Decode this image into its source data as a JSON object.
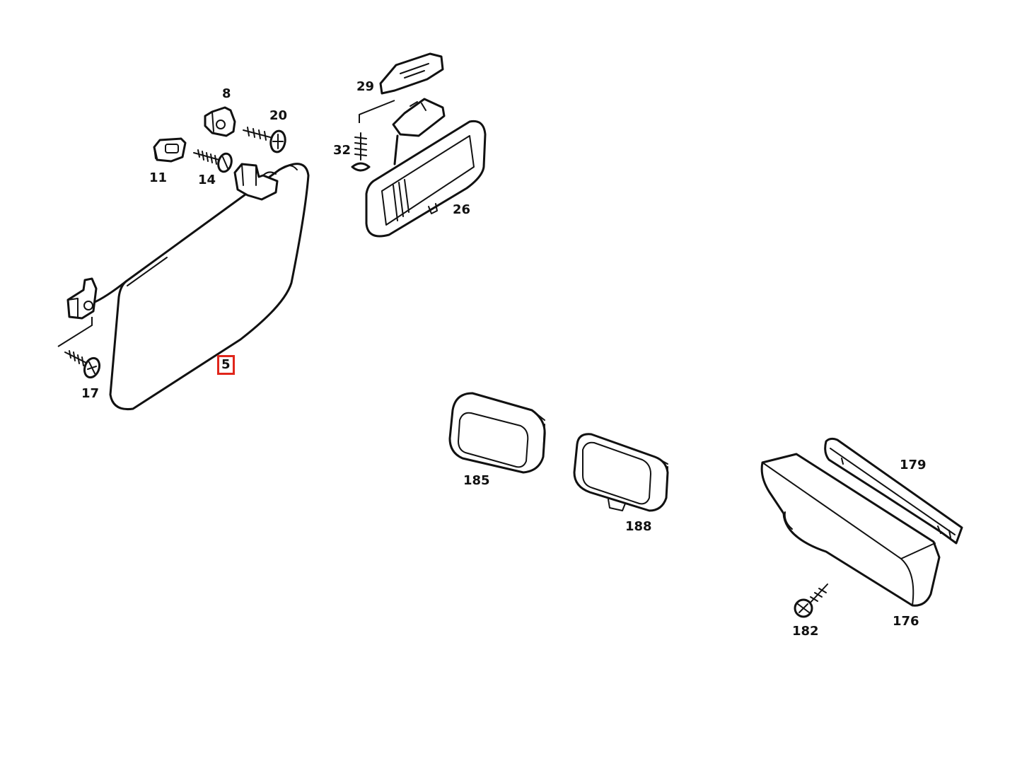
{
  "callouts": {
    "c5": "5",
    "c8": "8",
    "c11": "11",
    "c14": "14",
    "c17": "17",
    "c20": "20",
    "c26": "26",
    "c29": "29",
    "c32": "32",
    "c176": "176",
    "c179": "179",
    "c182": "182",
    "c185": "185",
    "c188": "188"
  },
  "selected_callout": "5",
  "colors": {
    "highlight": "#e0261b",
    "line": "#111111",
    "background": "#ffffff"
  }
}
